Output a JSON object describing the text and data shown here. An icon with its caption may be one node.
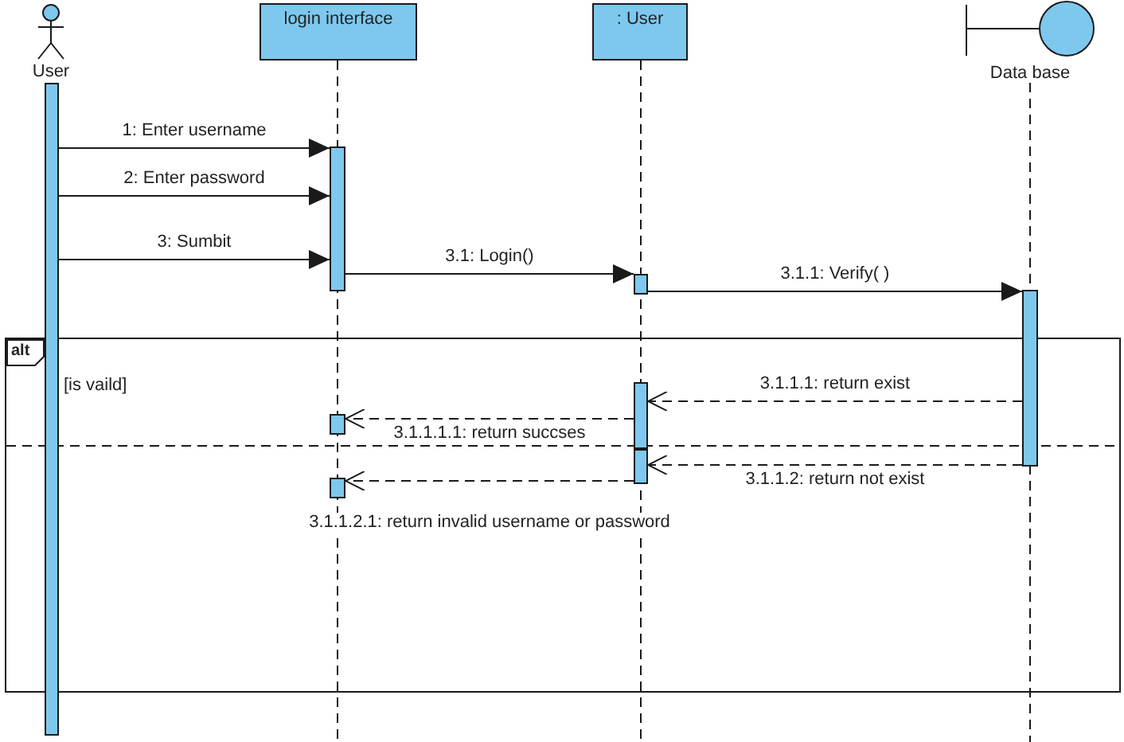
{
  "diagram": {
    "nodes": [
      {
        "text": [
          "User"
        ]
      },
      {
        "text": [
          "login interface"
        ]
      },
      {
        "text": [
          ": User"
        ]
      },
      {
        "text": [
          "Data base"
        ]
      },
      {
        "text": [],
        "shape": "bar"
      },
      {
        "text": [],
        "shape": "bar"
      },
      {
        "text": [],
        "shape": "bar"
      },
      {
        "text": [],
        "shape": "bar"
      },
      {
        "text": [
          "alt",
          "[is vaild]"
        ]
      },
      {
        "text": [],
        "shape": "bar",
        "in": 8
      },
      {
        "text": [],
        "shape": "bar",
        "in": 8
      },
      {
        "text": [],
        "shape": "bar",
        "in": 8
      },
      {
        "text": [],
        "shape": "bar",
        "in": 8
      }
    ],
    "edges": [
      {
        "from": 4,
        "to": 5,
        "arrow": "to",
        "label": "1: Enter username"
      },
      {
        "from": 4,
        "to": 5,
        "arrow": "to",
        "label": "2: Enter password"
      },
      {
        "from": 4,
        "to": 5,
        "arrow": "to",
        "label": "3: Sumbit"
      },
      {
        "from": 5,
        "to": 6,
        "arrow": "to",
        "label": "3.1: Login()"
      },
      {
        "from": 6,
        "to": 7,
        "arrow": "to",
        "label": "3.1.1: Verify( )"
      },
      {
        "from": 7,
        "to": 9,
        "arrow": "to",
        "label": "3.1.1.1: return exist",
        "style": "dashed"
      },
      {
        "from": 9,
        "to": 10,
        "arrow": "to",
        "label": "3.1.1.1.1: return succses",
        "style": "dashed"
      },
      {
        "from": 7,
        "to": 11,
        "arrow": "to",
        "label": "3.1.1.2: return not exist",
        "style": "dashed"
      },
      {
        "from": 11,
        "to": 12,
        "arrow": "to",
        "label": "3.1.1.2.1: return invalid username or password",
        "style": "dashed"
      }
    ]
  }
}
